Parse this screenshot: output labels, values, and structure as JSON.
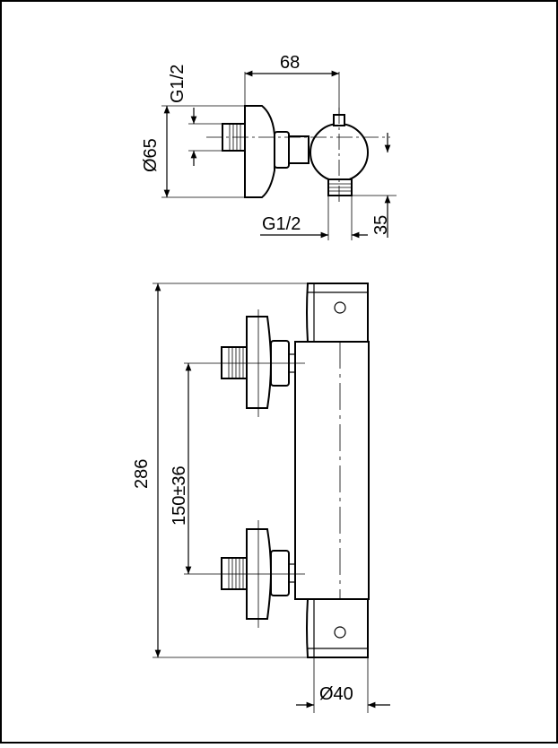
{
  "drawing": {
    "top_view": {
      "dim_width": "68",
      "dim_thread_top": "G1/2",
      "dim_diameter": "Ø65",
      "dim_thread_bottom": "G1/2",
      "dim_height": "35"
    },
    "front_view": {
      "dim_total_height": "286",
      "dim_center_distance": "150±36",
      "dim_body_diameter": "Ø40"
    }
  }
}
